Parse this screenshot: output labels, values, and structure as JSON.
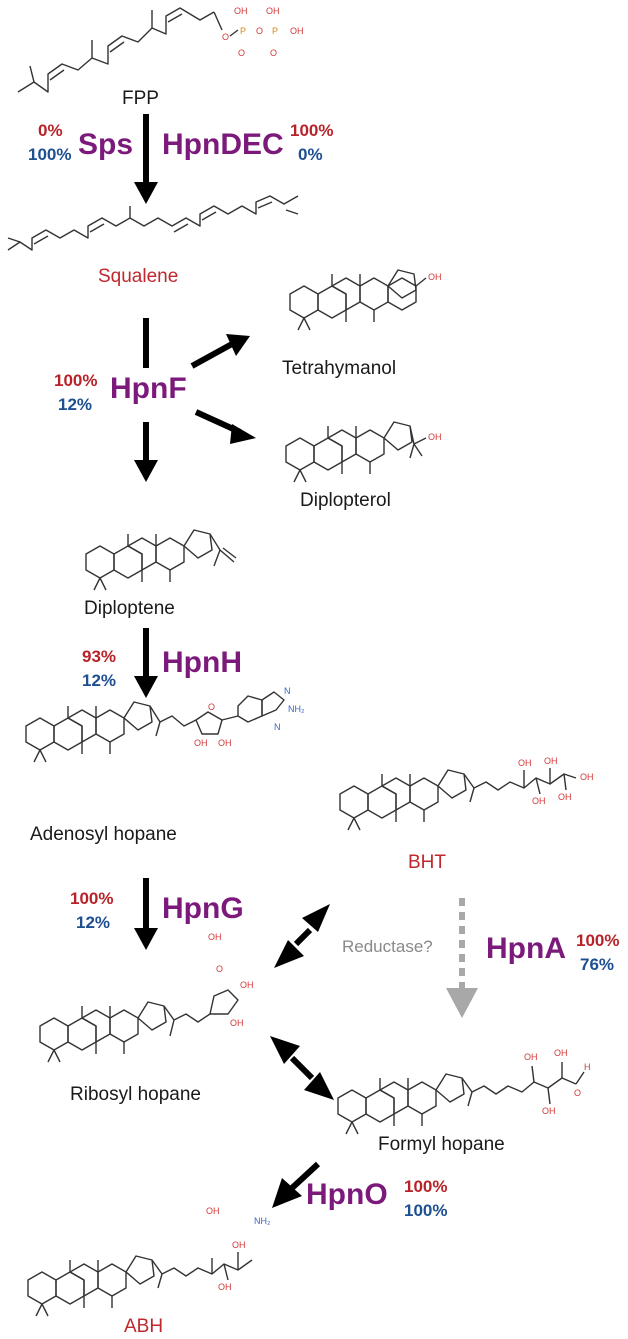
{
  "molecules": {
    "fpp": "FPP",
    "squalene": "Squalene",
    "tetrahymanol": "Tetrahymanol",
    "diplopterol": "Diplopterol",
    "diploptene": "Diploptene",
    "adenosyl_hopane": "Adenosyl hopane",
    "bht": "BHT",
    "ribosyl_hopane": "Ribosyl hopane",
    "formyl_hopane": "Formyl hopane",
    "abh": "ABH"
  },
  "enzymes": {
    "sps": {
      "name": "Sps",
      "red": "0%",
      "blue": "100%"
    },
    "hpndec": {
      "name": "HpnDEC",
      "red": "100%",
      "blue": "0%"
    },
    "hpnf": {
      "name": "HpnF",
      "red": "100%",
      "blue": "12%"
    },
    "hpnh": {
      "name": "HpnH",
      "red": "93%",
      "blue": "12%"
    },
    "hpng": {
      "name": "HpnG",
      "red": "100%",
      "blue": "12%"
    },
    "hpna": {
      "name": "HpnA",
      "red": "100%",
      "blue": "76%"
    },
    "hpno": {
      "name": "HpnO",
      "red": "100%",
      "blue": "100%"
    }
  },
  "reductase_label": "Reductase?",
  "atoms": {
    "oh": "OH",
    "o": "O",
    "p": "P",
    "h": "H",
    "nh2": "NH₂",
    "n": "N"
  },
  "colors": {
    "enzyme": "#7b1a7b",
    "percent_red": "#b8232a",
    "percent_blue": "#1d4f91",
    "highlight_label": "#c0282d",
    "dashed_arrow": "#a8a8a8"
  }
}
